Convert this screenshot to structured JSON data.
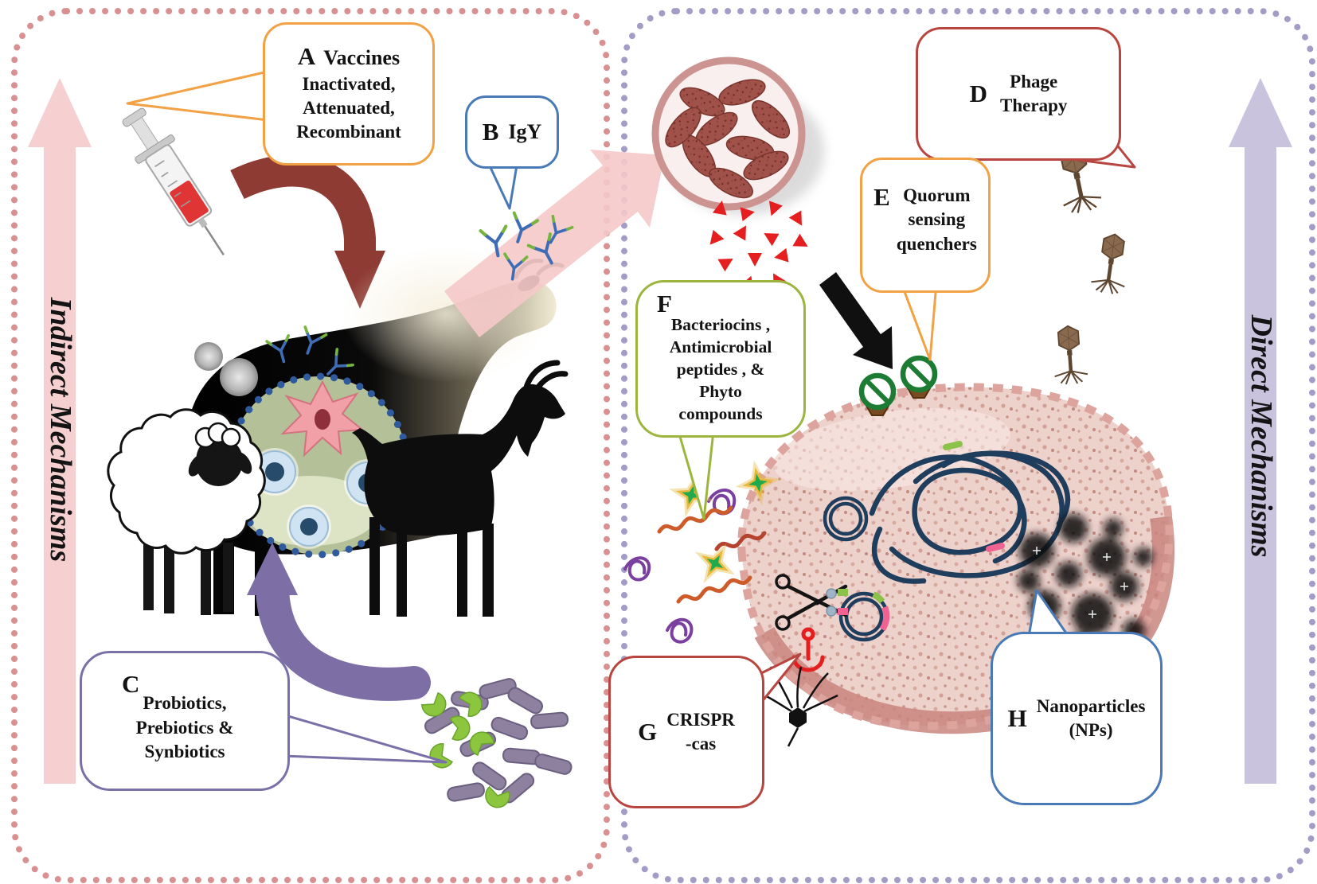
{
  "left_panel": {
    "label": "Indirect Mechanisms",
    "bubbles": {
      "a": {
        "letter": "A",
        "title": "Vaccines",
        "lines": [
          "Inactivated,",
          "Attenuated,",
          "Recombinant"
        ]
      },
      "b": {
        "letter": "B",
        "title": "IgY"
      },
      "c": {
        "letter": "C",
        "lines": [
          "Probiotics,",
          "Prebiotics &",
          "Synbiotics"
        ]
      }
    }
  },
  "right_panel": {
    "label": "Direct Mechanisms",
    "bubbles": {
      "d": {
        "letter": "D",
        "lines": [
          "Phage",
          "Therapy"
        ]
      },
      "e": {
        "letter": "E",
        "lines": [
          "Quorum",
          "sensing",
          "quenchers"
        ]
      },
      "f": {
        "letter": "F",
        "lines": [
          "Bacteriocins ,",
          "Antimicrobial",
          "peptides , &",
          "Phyto",
          "compounds"
        ]
      },
      "g": {
        "letter": "G",
        "lines": [
          "CRISPR",
          "-cas"
        ]
      },
      "h": {
        "letter": "H",
        "lines": [
          "Nanoparticles",
          "(NPs)"
        ]
      }
    }
  },
  "colors": {
    "left_panel_border": "#d89090",
    "right_panel_border": "#a39cc7",
    "indirect_arrow": "#f6d0d0",
    "direct_arrow": "#c9c3de",
    "callout_orange": "#f2a144",
    "callout_blue": "#4a7ab5",
    "callout_purple": "#7b6fa8",
    "callout_red": "#b8453f",
    "callout_green": "#9cb53e"
  },
  "illustrations": {
    "left": [
      "syringe-icon",
      "vaccination-arrow",
      "cattle-silhouette",
      "sheep-illustration",
      "goat-silhouette",
      "immune-cells-circle",
      "antibody-icons",
      "probiotics-arrow",
      "probiotic-bacteria-cluster",
      "transfer-arrow"
    ],
    "right": [
      "pathogen-circle",
      "toxin-triangles",
      "attack-arrow",
      "bacteriophage-icons",
      "bacterial-cell",
      "dna-tangle",
      "plasmid-rings",
      "crispr-scissors",
      "quorum-quencher-signs",
      "nanoparticle-cluster",
      "antimicrobial-peptides",
      "phyto-compound-stars",
      "phage-at-cell-membrane"
    ]
  }
}
